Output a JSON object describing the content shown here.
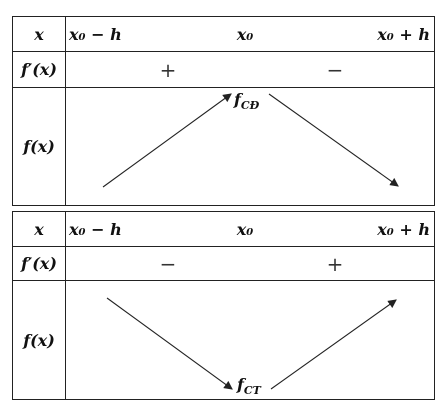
{
  "tables": [
    {
      "header": {
        "x_label": "x",
        "x_left": "x₀ − h",
        "x_mid": "x₀",
        "x_right": "x₀ + h"
      },
      "derivative_row": {
        "label": "f′(x)",
        "left_sign": "+",
        "right_sign": "−"
      },
      "function_row": {
        "label": "f(x)",
        "extremum_main": "f",
        "extremum_sub": "CĐ",
        "direction": "increasing then decreasing"
      }
    },
    {
      "header": {
        "x_label": "x",
        "x_left": "x₀ − h",
        "x_mid": "x₀",
        "x_right": "x₀ + h"
      },
      "derivative_row": {
        "label": "f′(x)",
        "left_sign": "−",
        "right_sign": "+"
      },
      "function_row": {
        "label": "f(x)",
        "extremum_main": "f",
        "extremum_sub": "CT",
        "direction": "decreasing then increasing"
      }
    }
  ]
}
